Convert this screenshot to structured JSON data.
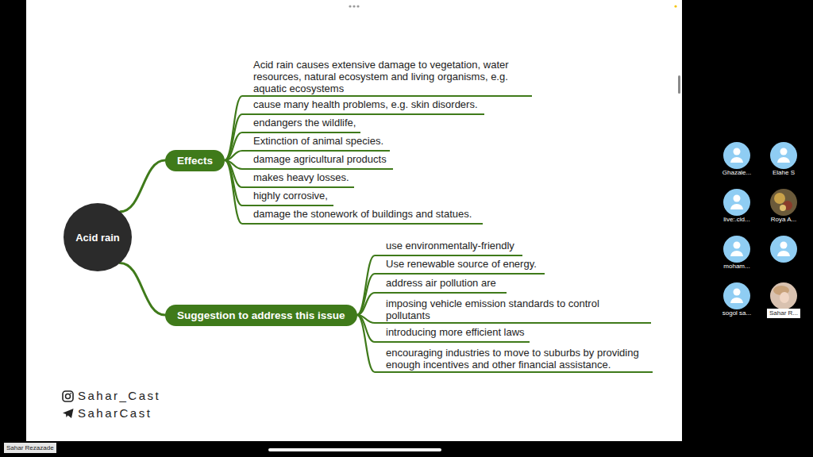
{
  "diagram": {
    "nodes": [
      {
        "text": [
          "Acid rain"
        ]
      },
      {
        "text": [
          "Effects"
        ]
      },
      {
        "text": [
          "Acid rain causes extensive damage to vegetation, water resources, natural ecosystem and living organisms, e.g. aquatic ecosystems"
        ]
      },
      {
        "text": [
          "cause many health problems, e.g. skin disorders."
        ]
      },
      {
        "text": [
          "endangers the wildlife,"
        ]
      },
      {
        "text": [
          "Extinction of animal species."
        ]
      },
      {
        "text": [
          "damage agricultural products"
        ]
      },
      {
        "text": [
          "makes heavy losses."
        ]
      },
      {
        "text": [
          "highly corrosive,"
        ]
      },
      {
        "text": [
          "damage the stonework of buildings and statues."
        ]
      },
      {
        "text": [
          "Suggestion to address this issue"
        ]
      },
      {
        "text": [
          "use environmentally-friendly"
        ]
      },
      {
        "text": [
          "Use renewable source of energy."
        ]
      },
      {
        "text": [
          "address air pollution are"
        ]
      },
      {
        "text": [
          "imposing vehicle emission standards to control pollutants"
        ]
      },
      {
        "text": [
          "introducing more efficient laws"
        ]
      },
      {
        "text": [
          "encouraging industries to move to suburbs by providing enough incentives and other financial assistance."
        ]
      }
    ],
    "edges": [
      {
        "from": 0,
        "to": 1,
        "arrow": "none"
      },
      {
        "from": 0,
        "to": 10,
        "arrow": "none"
      },
      {
        "from": 1,
        "to": 2,
        "arrow": "none"
      },
      {
        "from": 1,
        "to": 3,
        "arrow": "none"
      },
      {
        "from": 1,
        "to": 4,
        "arrow": "none"
      },
      {
        "from": 1,
        "to": 5,
        "arrow": "none"
      },
      {
        "from": 1,
        "to": 6,
        "arrow": "none"
      },
      {
        "from": 1,
        "to": 7,
        "arrow": "none"
      },
      {
        "from": 1,
        "to": 8,
        "arrow": "none"
      },
      {
        "from": 1,
        "to": 9,
        "arrow": "none"
      },
      {
        "from": 10,
        "to": 11,
        "arrow": "none"
      },
      {
        "from": 10,
        "to": 12,
        "arrow": "none"
      },
      {
        "from": 10,
        "to": 13,
        "arrow": "none"
      },
      {
        "from": 10,
        "to": 14,
        "arrow": "none"
      },
      {
        "from": 10,
        "to": 15,
        "arrow": "none"
      },
      {
        "from": 10,
        "to": 16,
        "arrow": "none"
      }
    ],
    "labels": [
      "Ghazale...",
      "Elahe S",
      "live:.cid...",
      "Roya A...",
      "moham...",
      "sogol sa...",
      "Sahar R...",
      "Sahar_Cast",
      "SaharCast",
      "Sahar Rezazade"
    ]
  }
}
